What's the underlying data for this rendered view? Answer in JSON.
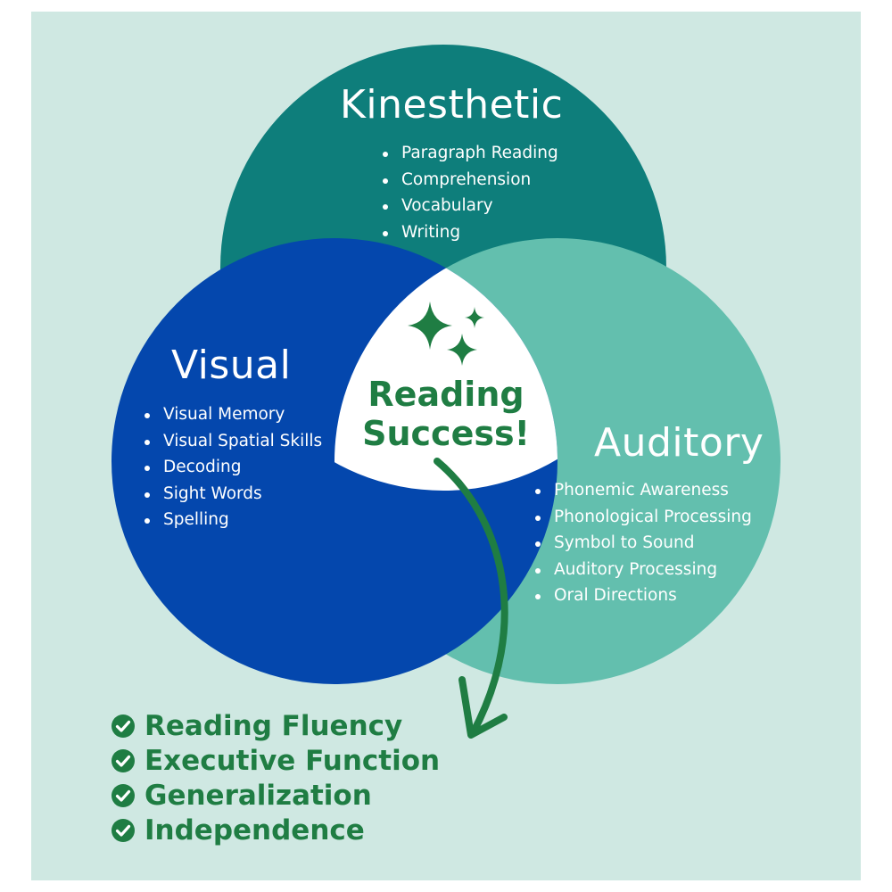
{
  "colors": {
    "background": "#cfe8e2",
    "kinesthetic": "#0e7e7b",
    "visual": "#0447ad",
    "auditory": "#63bfae",
    "center": "#ffffff",
    "accent_green": "#1f7d43"
  },
  "circles": {
    "kinesthetic": {
      "title": "Kinesthetic",
      "items": [
        "Paragraph Reading",
        "Comprehension",
        "Vocabulary",
        "Writing"
      ]
    },
    "visual": {
      "title": "Visual",
      "items": [
        "Visual Memory",
        "Visual Spatial Skills",
        "Decoding",
        "Sight Words",
        "Spelling"
      ]
    },
    "auditory": {
      "title": "Auditory",
      "items": [
        "Phonemic Awareness",
        "Phonological Processing",
        "Symbol to Sound",
        "Auditory Processing",
        "Oral Directions"
      ]
    }
  },
  "center": {
    "line1": "Reading",
    "line2": "Success!",
    "icon": "sparkles-icon"
  },
  "outcomes": {
    "icon": "check-circle-icon",
    "items": [
      "Reading Fluency",
      "Executive Function",
      "Generalization",
      "Independence"
    ]
  },
  "arrow": {
    "icon": "curved-arrow-icon"
  }
}
